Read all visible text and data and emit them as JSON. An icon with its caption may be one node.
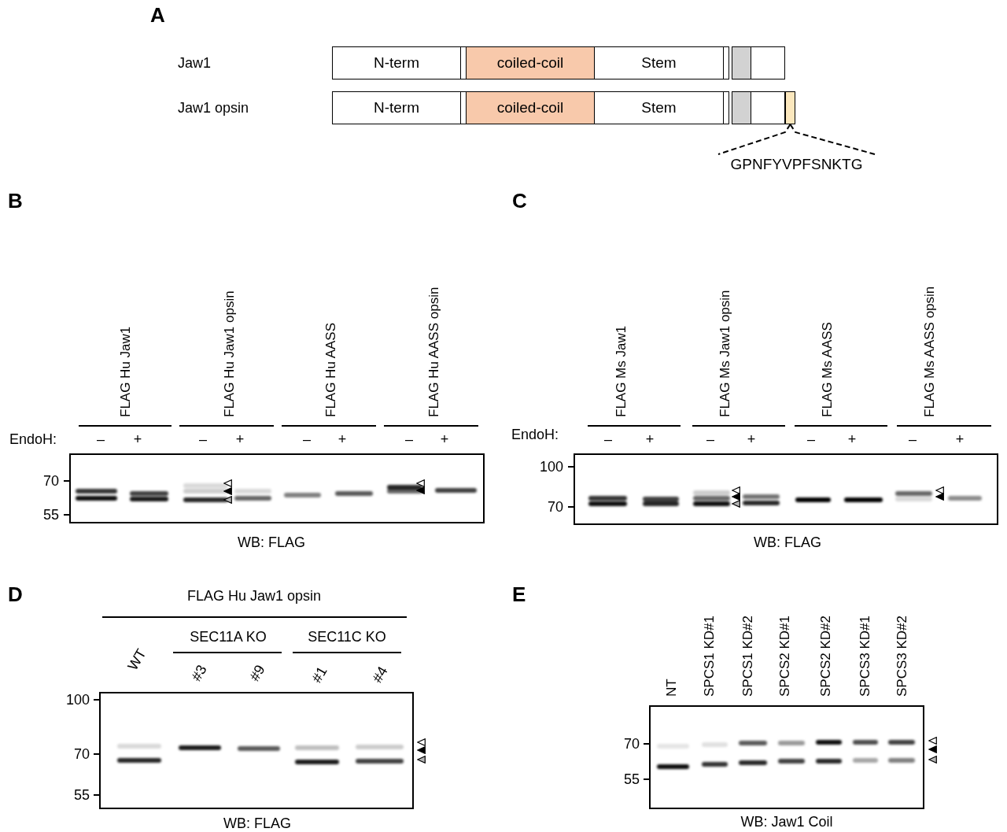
{
  "diagram": {
    "nodes": [
      {
        "text": [
          "N-term"
        ]
      },
      {
        "text": [],
        "shape": "box"
      },
      {
        "text": [
          "coiled-coil"
        ]
      },
      {
        "text": [
          "Stem"
        ]
      },
      {
        "text": [],
        "shape": "box"
      },
      {
        "text": [],
        "shape": "box"
      },
      {
        "text": [],
        "shape": "box"
      },
      {
        "text": [
          "N-term"
        ]
      },
      {
        "text": [],
        "shape": "box"
      },
      {
        "text": [
          "coiled-coil"
        ]
      },
      {
        "text": [
          "Stem"
        ]
      },
      {
        "text": [],
        "shape": "box"
      },
      {
        "text": [],
        "shape": "box"
      },
      {
        "text": [],
        "shape": "box"
      },
      {
        "text": [],
        "shape": "box"
      },
      {
        "text": [
          "GPNFYVPFSNKTG"
        ]
      }
    ],
    "edges": [
      {
        "from": 14,
        "to": 15,
        "arrow": "none",
        "style": "dashed"
      },
      {
        "from": 14,
        "to": 15,
        "arrow": "none",
        "style": "dashed"
      }
    ],
    "labels": [
      "A",
      "Jaw1",
      "Jaw1 opsin",
      "B",
      "C",
      "FLAG Hu Jaw1",
      "FLAG Hu Jaw1 opsin",
      "FLAG Hu AASS",
      "FLAG Hu AASS opsin",
      "FLAG Ms Jaw1",
      "FLAG Ms Jaw1 opsin",
      "FLAG Ms AASS",
      "FLAG Ms AASS opsin",
      "EndoH:",
      "–",
      "+",
      "–",
      "+",
      "–",
      "+",
      "–",
      "+",
      "EndoH:",
      "–",
      "+",
      "–",
      "+",
      "–",
      "+",
      "–",
      "+",
      "70",
      "55",
      "WB: FLAG",
      "100",
      "70",
      "WB: FLAG",
      "D",
      "FLAG Hu Jaw1 opsin",
      "E",
      "SEC11A KO",
      "SEC11C KO",
      "WT",
      "#3",
      "#9",
      "#1",
      "#4",
      "100",
      "70",
      "55",
      "WB: FLAG",
      "NT",
      "SPCS1 KD#1",
      "SPCS1 KD#2",
      "SPCS2 KD#1",
      "SPCS2 KD#2",
      "SPCS3 KD#1",
      "SPCS3 KD#2",
      "70",
      "55",
      "WB: Jaw1 Coil"
    ]
  }
}
